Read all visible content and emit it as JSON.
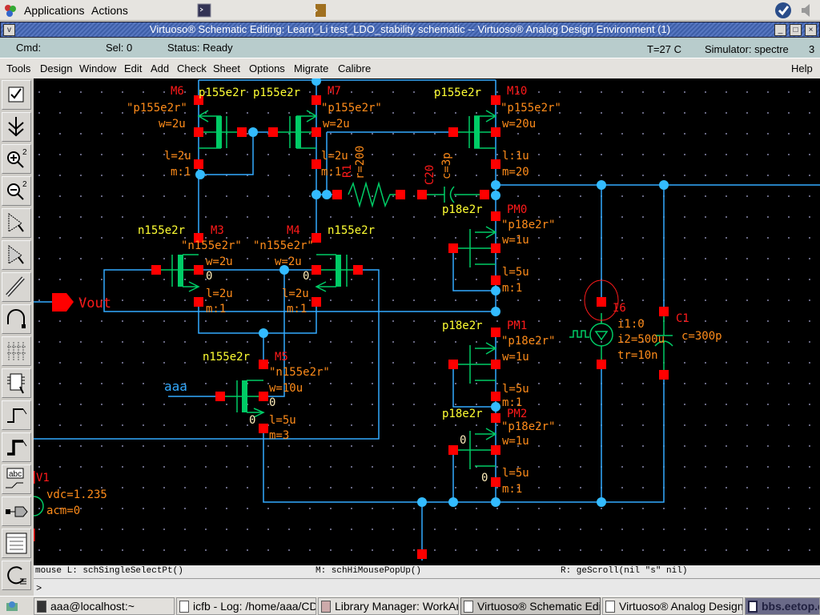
{
  "top_panel": {
    "applications": "Applications",
    "actions": "Actions"
  },
  "window": {
    "title": "Virtuoso® Schematic Editing: Learn_Li test_LDO_stability schematic -- Virtuoso® Analog Design Environment (1)",
    "minimize": "_",
    "maximize": "□",
    "close": "×"
  },
  "status": {
    "cmd": "Cmd:",
    "sel": "Sel: 0",
    "status": "Status: Ready",
    "temp": "T=27 C",
    "simulator": "Simulator: spectre",
    "number": "3"
  },
  "menu": {
    "items": [
      "Tools",
      "Design",
      "Window",
      "Edit",
      "Add",
      "Check",
      "Sheet",
      "Options",
      "Migrate",
      "Calibre"
    ],
    "help": "Help"
  },
  "tools": [
    "check-icon",
    "stretch-icon",
    "zoom-in-icon",
    "zoom-out-icon",
    "select-icon",
    "select-area-icon",
    "wire-pen-icon",
    "undo-icon",
    "instance-array-icon",
    "add-instance-icon",
    "wire-narrow-icon",
    "wire-wide-icon",
    "wire-name-icon",
    "add-pin-icon",
    "property-icon",
    "redo-icon"
  ],
  "schematic": {
    "M6": {
      "model": "p155e2r",
      "name": "M6",
      "cell": "\"p155e2r\"",
      "w": "w=2u",
      "l": "l=2u",
      "m": "m:1"
    },
    "M7": {
      "model": "p155e2r",
      "name": "M7",
      "cell": "\"p155e2r\"",
      "w": "w=2u",
      "l": "l=2u",
      "m": "m:1"
    },
    "M10": {
      "model": "p155e2r",
      "name": "M10",
      "cell": "\"p155e2r\"",
      "w": "w=20u",
      "l": "l:1u",
      "m": "m=20"
    },
    "R1": {
      "name": "R1",
      "r": "r=200"
    },
    "C20": {
      "name": "C20",
      "c": "c=3p"
    },
    "PM0": {
      "model": "p18e2r",
      "name": "PM0",
      "cell": "\"p18e2r\"",
      "w": "w=1u",
      "l": "l=5u",
      "m": "m:1"
    },
    "M3": {
      "model": "n155e2r",
      "name": "M3",
      "cell": "\"n155e2r\"",
      "w": "w=2u",
      "bulk": "0",
      "l": "l=2u",
      "m": "m:1"
    },
    "M4": {
      "model": "n155e2r",
      "name": "M4",
      "cell": "\"n155e2r\"",
      "w": "w=2u",
      "bulk": "0",
      "l": "l=2u",
      "m": "m:1"
    },
    "M5": {
      "model": "n155e2r",
      "name": "M5",
      "cell": "\"n155e2r\"",
      "w": "w=10u",
      "bulk": "0",
      "src": "0",
      "l": "l=5u",
      "m": "m=3"
    },
    "PM1": {
      "model": "p18e2r",
      "name": "PM1",
      "cell": "\"p18e2r\"",
      "w": "w=1u",
      "l": "l=5u",
      "m": "m:1"
    },
    "PM2": {
      "model": "p18e2r",
      "name": "PM2",
      "cell": "\"p18e2r\"",
      "w": "w=1u",
      "gate": "0",
      "src": "0",
      "l": "l=5u",
      "m": "m:1"
    },
    "I6": {
      "name": "I6",
      "i1": "i1:0",
      "i2": "i2=500u",
      "tr": "tr=10n"
    },
    "C1": {
      "name": "C1",
      "c": "c=300p"
    },
    "V1": {
      "name": "V1",
      "vdc": "vdc=1.235",
      "acm": "acm=0"
    },
    "pins": {
      "vout": "Vout",
      "aaa": "aaa"
    },
    "colors": {
      "wire": "#33aaff",
      "device": "#00cc66",
      "pin": "#ff0000",
      "instance_name": "#ff1a1a",
      "model": "#ffff33",
      "param": "#ff8c1a"
    }
  },
  "mouse": {
    "left": "mouse L: schSingleSelectPt()",
    "middle": "M: schHiMousePopUp()",
    "right": "R: geScroll(nil \"s\" nil)"
  },
  "cmd_prompt": ">",
  "taskbar": {
    "items": [
      "aaa@localhost:~",
      "icfb - Log: /home/aaa/CD",
      "Library Manager: WorkAre",
      "Virtuoso® Schematic Edi",
      "Virtuoso® Analog Design",
      "bbs.eetop.cn"
    ]
  }
}
